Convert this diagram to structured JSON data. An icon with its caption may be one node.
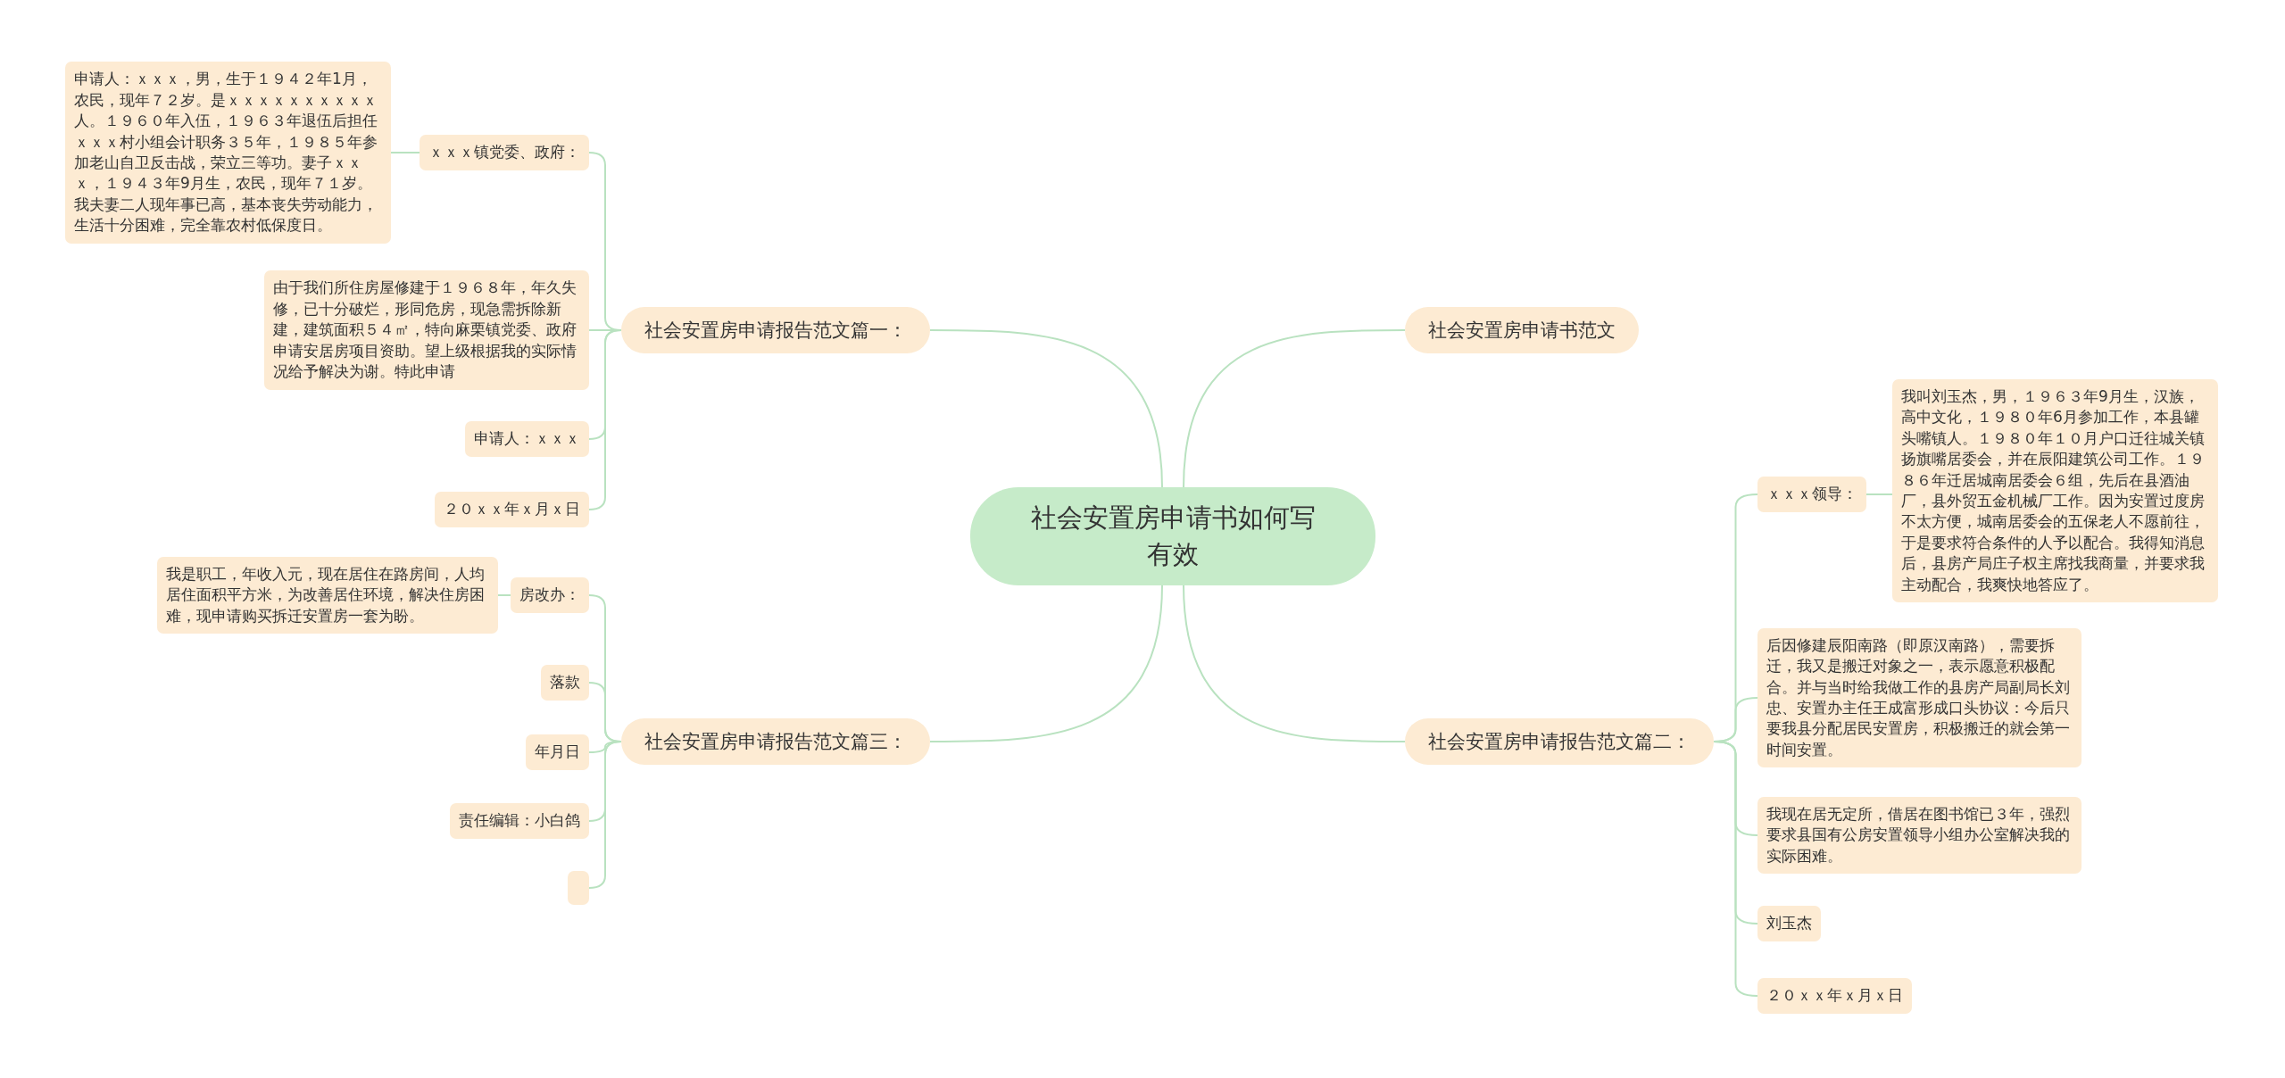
{
  "diagram": {
    "nodes": [
      {
        "text": [
          "社会安置房申请书如何写有效"
        ]
      },
      {
        "text": [
          "社会安置房申请报告范文篇一："
        ]
      },
      {
        "text": [
          "ｘｘｘ镇党委、政府："
        ]
      },
      {
        "text": [
          "申请人：ｘｘｘ，男，生于１９４２年1月，农民，现年７２岁。是ｘｘｘｘｘｘｘｘｘｘ人。１９６０年入伍，１９６３年退伍后担任ｘｘｘ村小组会计职务３５年，１９８５年参加老山自卫反击战，荣立三等功。妻子ｘｘｘ，１９４３年9月生，农民，现年７１岁。我夫妻二人现年事已高，基本丧失劳动能力，生活十分困难，完全靠农村低保度日。"
        ]
      },
      {
        "text": [
          "由于我们所住房屋修建于１９６８年，年久失修，已十分破烂，形同危房，现急需拆除新建，建筑面积５４㎡，特向麻栗镇党委、政府申请安居房项目资助。望上级根据我的实际情况给予解决为谢。特此申请"
        ]
      },
      {
        "text": [
          "申请人：ｘｘｘ"
        ]
      },
      {
        "text": [
          "２０ｘｘ年ｘ月ｘ日"
        ]
      },
      {
        "text": [
          "社会安置房申请报告范文篇三："
        ]
      },
      {
        "text": [
          "房改办："
        ]
      },
      {
        "text": [
          "我是职工，年收入元，现在居住在路房间，人均居住面积平方米，为改善居住环境，解决住房困难，现申请购买拆迁安置房一套为盼。"
        ]
      },
      {
        "text": [
          "落款"
        ]
      },
      {
        "text": [
          "年月日"
        ]
      },
      {
        "text": [
          "责任编辑：小白鸽"
        ]
      },
      {
        "text": [],
        "shape": "box"
      },
      {
        "text": [
          "社会安置房申请书范文"
        ]
      },
      {
        "text": [
          "社会安置房申请报告范文篇二："
        ]
      },
      {
        "text": [
          "ｘｘｘ领导："
        ]
      },
      {
        "text": [
          "我叫刘玉杰，男，１９６３年9月生，汉族，高中文化，１９８０年6月参加工作，本县罐头嘴镇人。１９８０年１０月户口迁往城关镇扬旗嘴居委会，并在辰阳建筑公司工作。１９８６年迁居城南居委会６组，先后在县酒油厂，县外贸五金机械厂工作。因为安置过度房不太方便，城南居委会的五保老人不愿前往，于是要求符合条件的人予以配合。我得知消息后，县房产局庄子权主席找我商量，并要求我主动配合，我爽快地答应了。"
        ]
      },
      {
        "text": [
          "后因修建辰阳南路（即原汉南路），需要拆迁，我又是搬迁对象之一，表示愿意积极配合。并与当时给我做工作的县房产局副局长刘忠、安置办主任王成富形成口头协议：今后只要我县分配居民安置房，积极搬迁的就会第一时间安置。"
        ]
      },
      {
        "text": [
          "我现在居无定所，借居在图书馆已３年，强烈要求县国有公房安置领导小组办公室解决我的实际困难。"
        ]
      },
      {
        "text": [
          "刘玉杰"
        ]
      },
      {
        "text": [
          "２０ｘｘ年ｘ月ｘ日"
        ]
      }
    ],
    "edges": [
      {
        "from": 0,
        "to": 1,
        "arrow": "none"
      },
      {
        "from": 1,
        "to": 2,
        "arrow": "none"
      },
      {
        "from": 2,
        "to": 3,
        "arrow": "none"
      },
      {
        "from": 1,
        "to": 4,
        "arrow": "none"
      },
      {
        "from": 1,
        "to": 5,
        "arrow": "none"
      },
      {
        "from": 1,
        "to": 6,
        "arrow": "none"
      },
      {
        "from": 0,
        "to": 7,
        "arrow": "none"
      },
      {
        "from": 7,
        "to": 8,
        "arrow": "none"
      },
      {
        "from": 8,
        "to": 9,
        "arrow": "none"
      },
      {
        "from": 7,
        "to": 10,
        "arrow": "none"
      },
      {
        "from": 7,
        "to": 11,
        "arrow": "none"
      },
      {
        "from": 7,
        "to": 12,
        "arrow": "none"
      },
      {
        "from": 7,
        "to": 13,
        "arrow": "none"
      },
      {
        "from": 0,
        "to": 14,
        "arrow": "none"
      },
      {
        "from": 0,
        "to": 15,
        "arrow": "none"
      },
      {
        "from": 15,
        "to": 16,
        "arrow": "none"
      },
      {
        "from": 16,
        "to": 17,
        "arrow": "none"
      },
      {
        "from": 15,
        "to": 18,
        "arrow": "none"
      },
      {
        "from": 15,
        "to": 19,
        "arrow": "none"
      },
      {
        "from": 15,
        "to": 20,
        "arrow": "none"
      },
      {
        "from": 15,
        "to": 21,
        "arrow": "none"
      }
    ]
  }
}
